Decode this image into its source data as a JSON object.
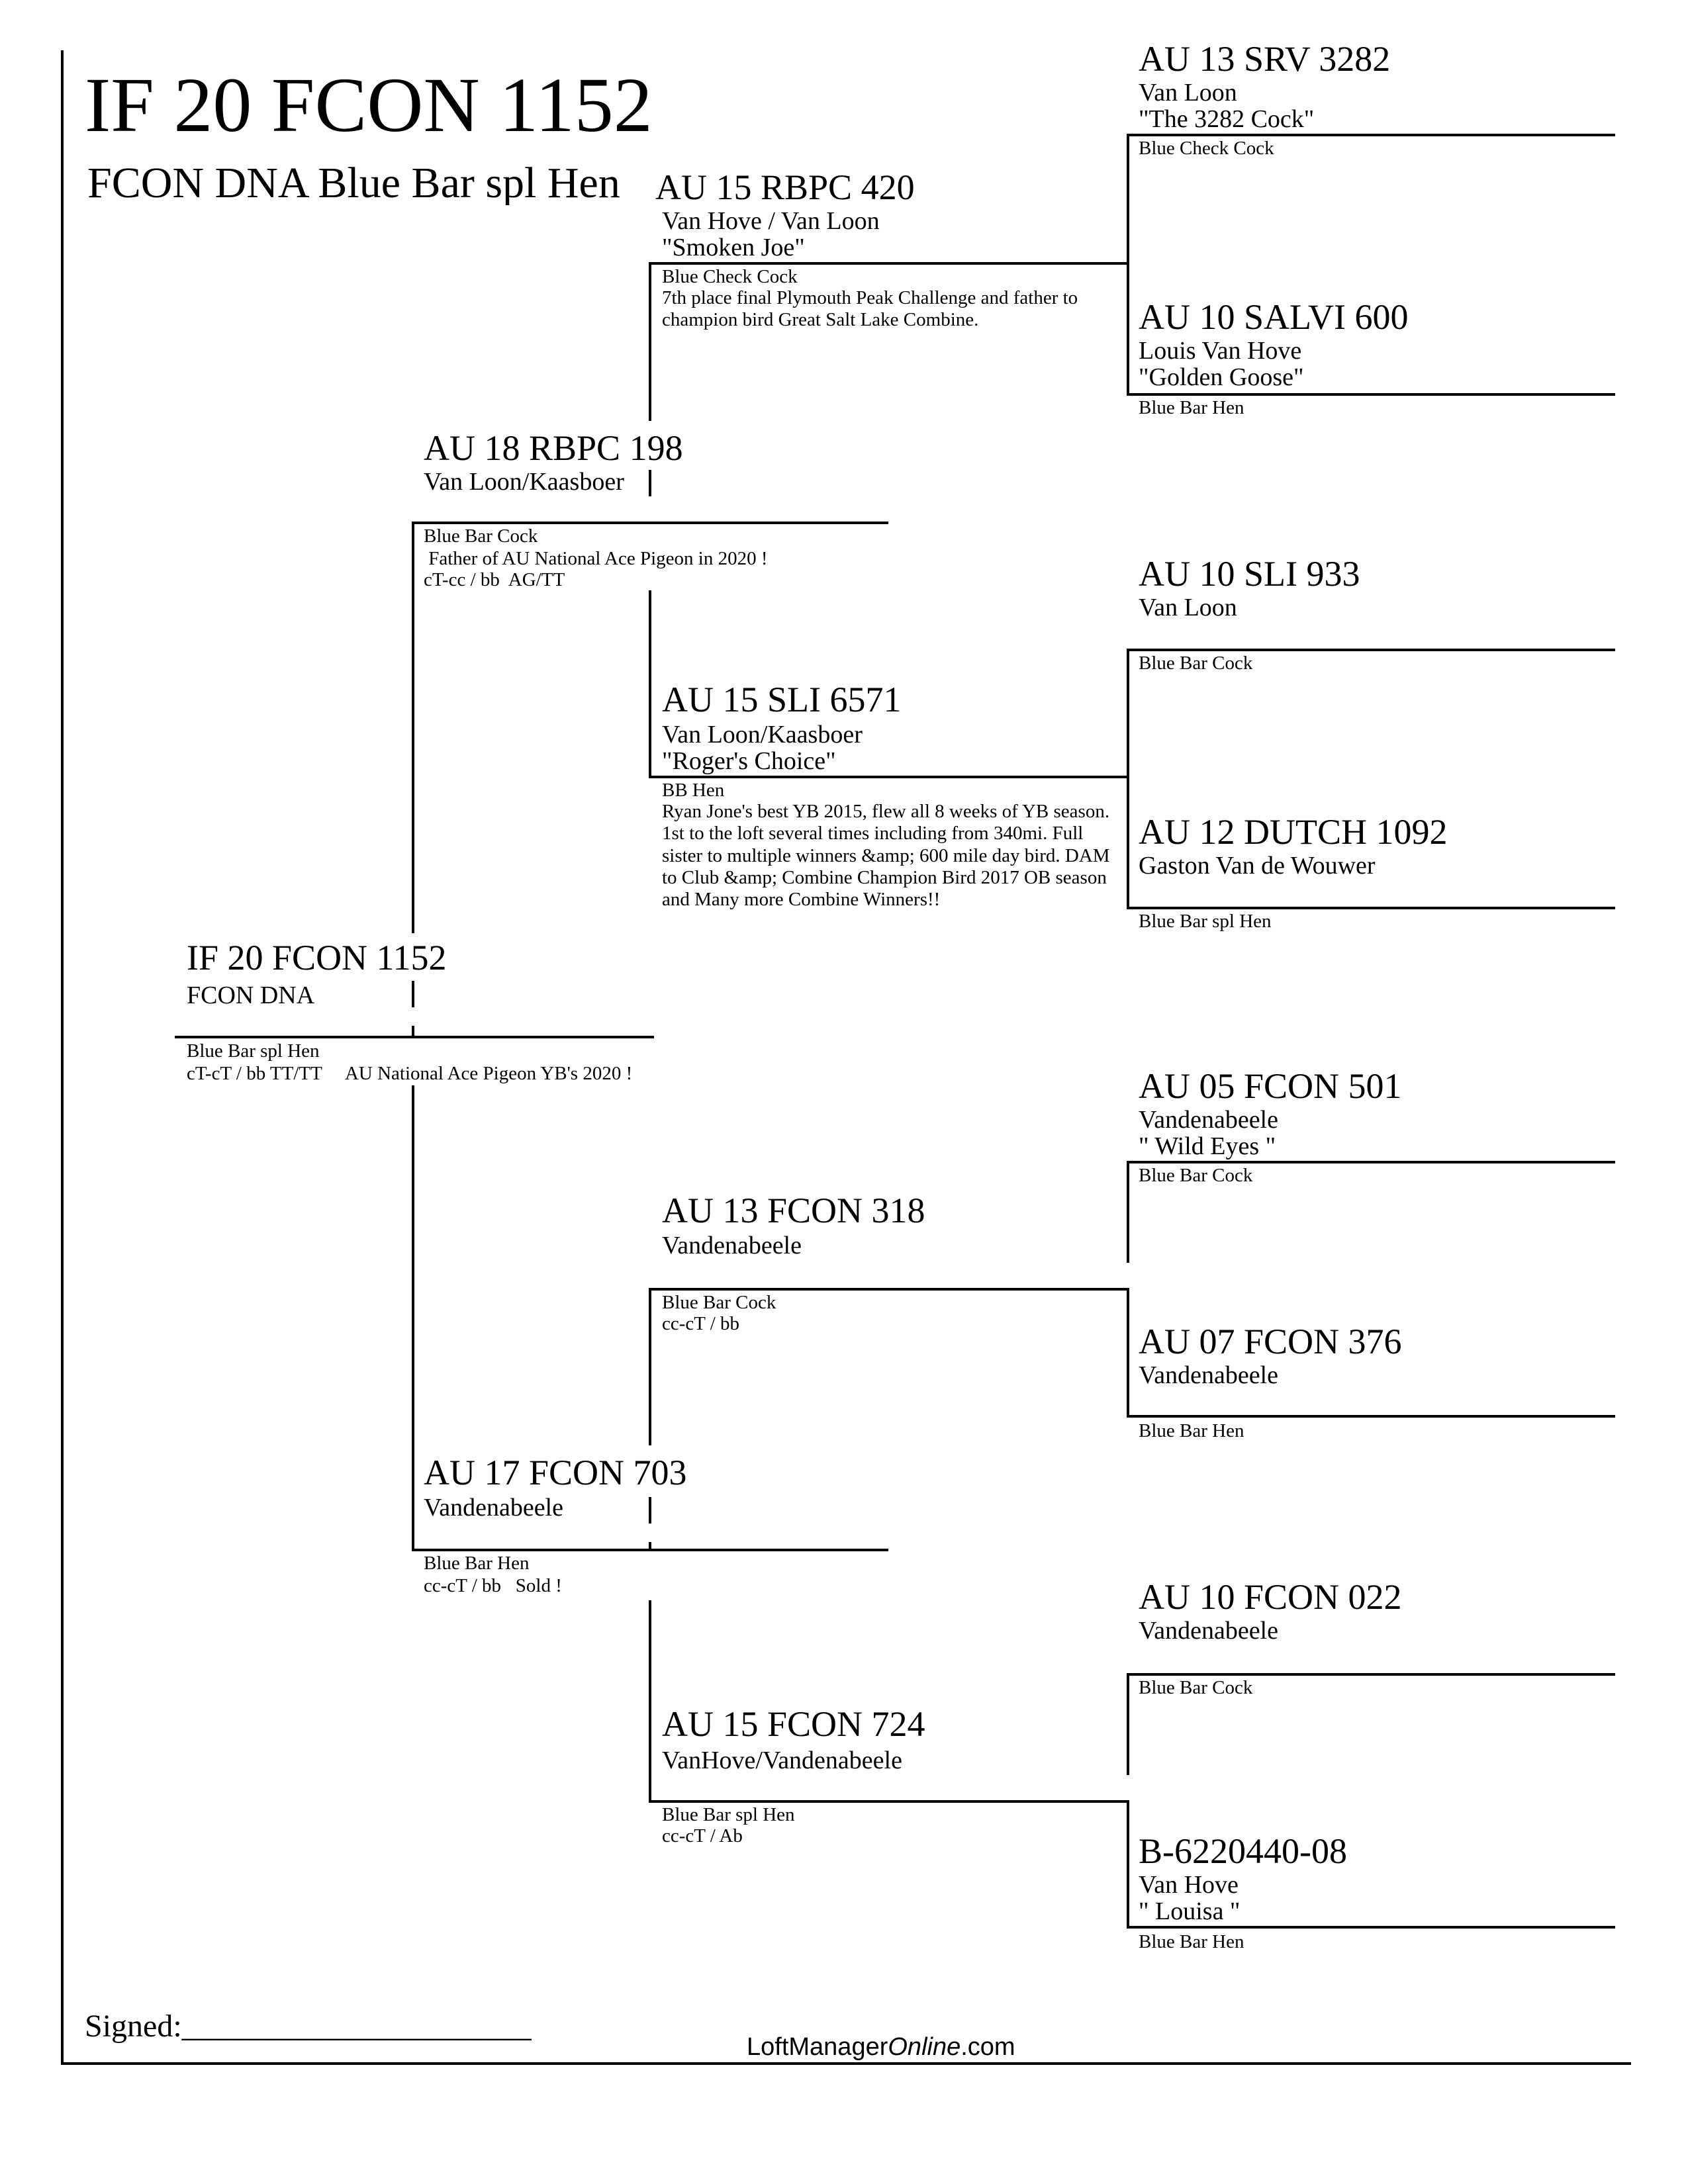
{
  "header": {
    "title": "IF 20 FCON 1152",
    "subtitle": "FCON DNA Blue Bar spl Hen"
  },
  "footer": {
    "signed": "Signed:______________________",
    "brand_prefix": "LoftManager",
    "brand_italic": "Online",
    "brand_suffix": ".com"
  },
  "pedigree": {
    "subject": {
      "ring": "IF 20 FCON 1152",
      "breeder": "FCON DNA",
      "color": "Blue Bar spl Hen",
      "notes": "cT-cT / bb TT/TT     AU National Ace Pigeon YB's 2020 !"
    },
    "sire": {
      "ring": "AU 18 RBPC 198",
      "breeder": "Van Loon/Kaasboer",
      "color": "Blue Bar Cock",
      "notes1": " Father of AU National Ace Pigeon in 2020 !",
      "notes2": "cT-cc / bb  AG/TT"
    },
    "dam": {
      "ring": "AU 17 FCON 703",
      "breeder": "Vandenabeele",
      "color": "Blue Bar Hen",
      "notes": "cc-cT / bb   Sold !"
    },
    "sire_sire": {
      "ring": "AU 15 RBPC 420",
      "breeder": "Van Hove / Van Loon",
      "nickname": "\"Smoken Joe\"",
      "color": "Blue Check Cock",
      "notes": "7th place final Plymouth Peak Challenge and father to champion bird Great Salt Lake Combine."
    },
    "sire_dam": {
      "ring": "AU 15 SLI 6571",
      "breeder": "Van Loon/Kaasboer",
      "nickname": "\"Roger's Choice\"",
      "color": "BB Hen",
      "notes": "Ryan Jone's best YB 2015, flew all 8 weeks of YB season. 1st to the loft several times including from 340mi. Full sister to multiple winners &amp; 600 mile day bird. DAM to Club &amp; Combine Champion Bird 2017 OB season and Many more Combine Winners!!"
    },
    "dam_sire": {
      "ring": "AU 13 FCON 318",
      "breeder": "Vandenabeele",
      "color": "Blue Bar Cock",
      "notes": "cc-cT / bb"
    },
    "dam_dam": {
      "ring": "AU 15 FCON 724",
      "breeder": "VanHove/Vandenabeele",
      "color": "Blue Bar spl Hen",
      "notes": "cc-cT / Ab"
    },
    "ggp": [
      {
        "ring": "AU 13 SRV 3282",
        "breeder": "Van Loon",
        "nickname": "\"The 3282 Cock\"",
        "color": "Blue Check Cock"
      },
      {
        "ring": "AU 10 SALVI 600",
        "breeder": "Louis Van Hove",
        "nickname": "\"Golden Goose\"",
        "color": "Blue Bar Hen"
      },
      {
        "ring": "AU 10 SLI 933",
        "breeder": "Van Loon",
        "nickname": "",
        "color": "Blue Bar Cock"
      },
      {
        "ring": "AU 12 DUTCH 1092",
        "breeder": "Gaston Van de Wouwer",
        "nickname": "",
        "color": "Blue Bar spl Hen"
      },
      {
        "ring": "AU 05 FCON 501",
        "breeder": "Vandenabeele",
        "nickname": "\" Wild Eyes \"",
        "color": "Blue Bar Cock"
      },
      {
        "ring": "AU 07 FCON 376",
        "breeder": "Vandenabeele",
        "nickname": "",
        "color": "Blue Bar Hen"
      },
      {
        "ring": "AU 10 FCON 022",
        "breeder": "Vandenabeele",
        "nickname": "",
        "color": "Blue Bar Cock"
      },
      {
        "ring": "B-6220440-08",
        "breeder": "Van Hove",
        "nickname": "\" Louisa \"",
        "color": "Blue Bar Hen"
      }
    ]
  }
}
